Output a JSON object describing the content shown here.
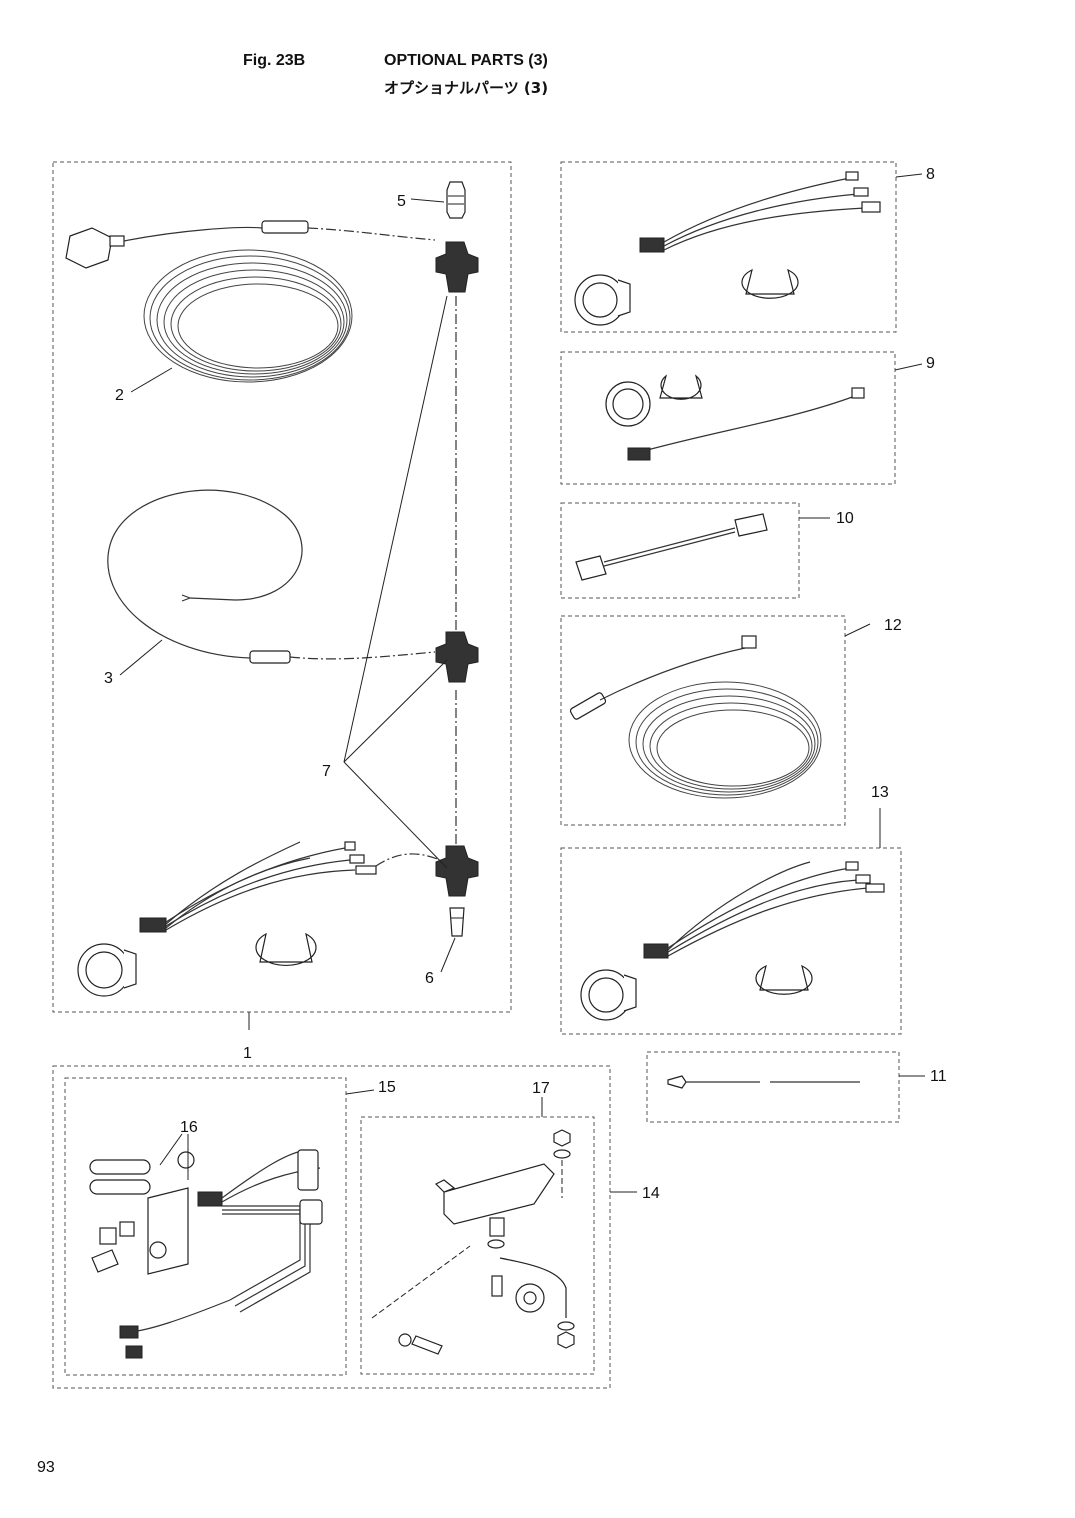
{
  "header": {
    "figure": "Fig. 23B",
    "title_en": "OPTIONAL PARTS (3)",
    "title_jp": "オプショナルパーツ (3)"
  },
  "page_number": "93",
  "callouts": {
    "c1": "1",
    "c2": "2",
    "c3": "3",
    "c5": "5",
    "c6": "6",
    "c7": "7",
    "c8": "8",
    "c9": "9",
    "c10": "10",
    "c11": "11",
    "c12": "12",
    "c13": "13",
    "c14": "14",
    "c15": "15",
    "c16": "16",
    "c17": "17"
  }
}
